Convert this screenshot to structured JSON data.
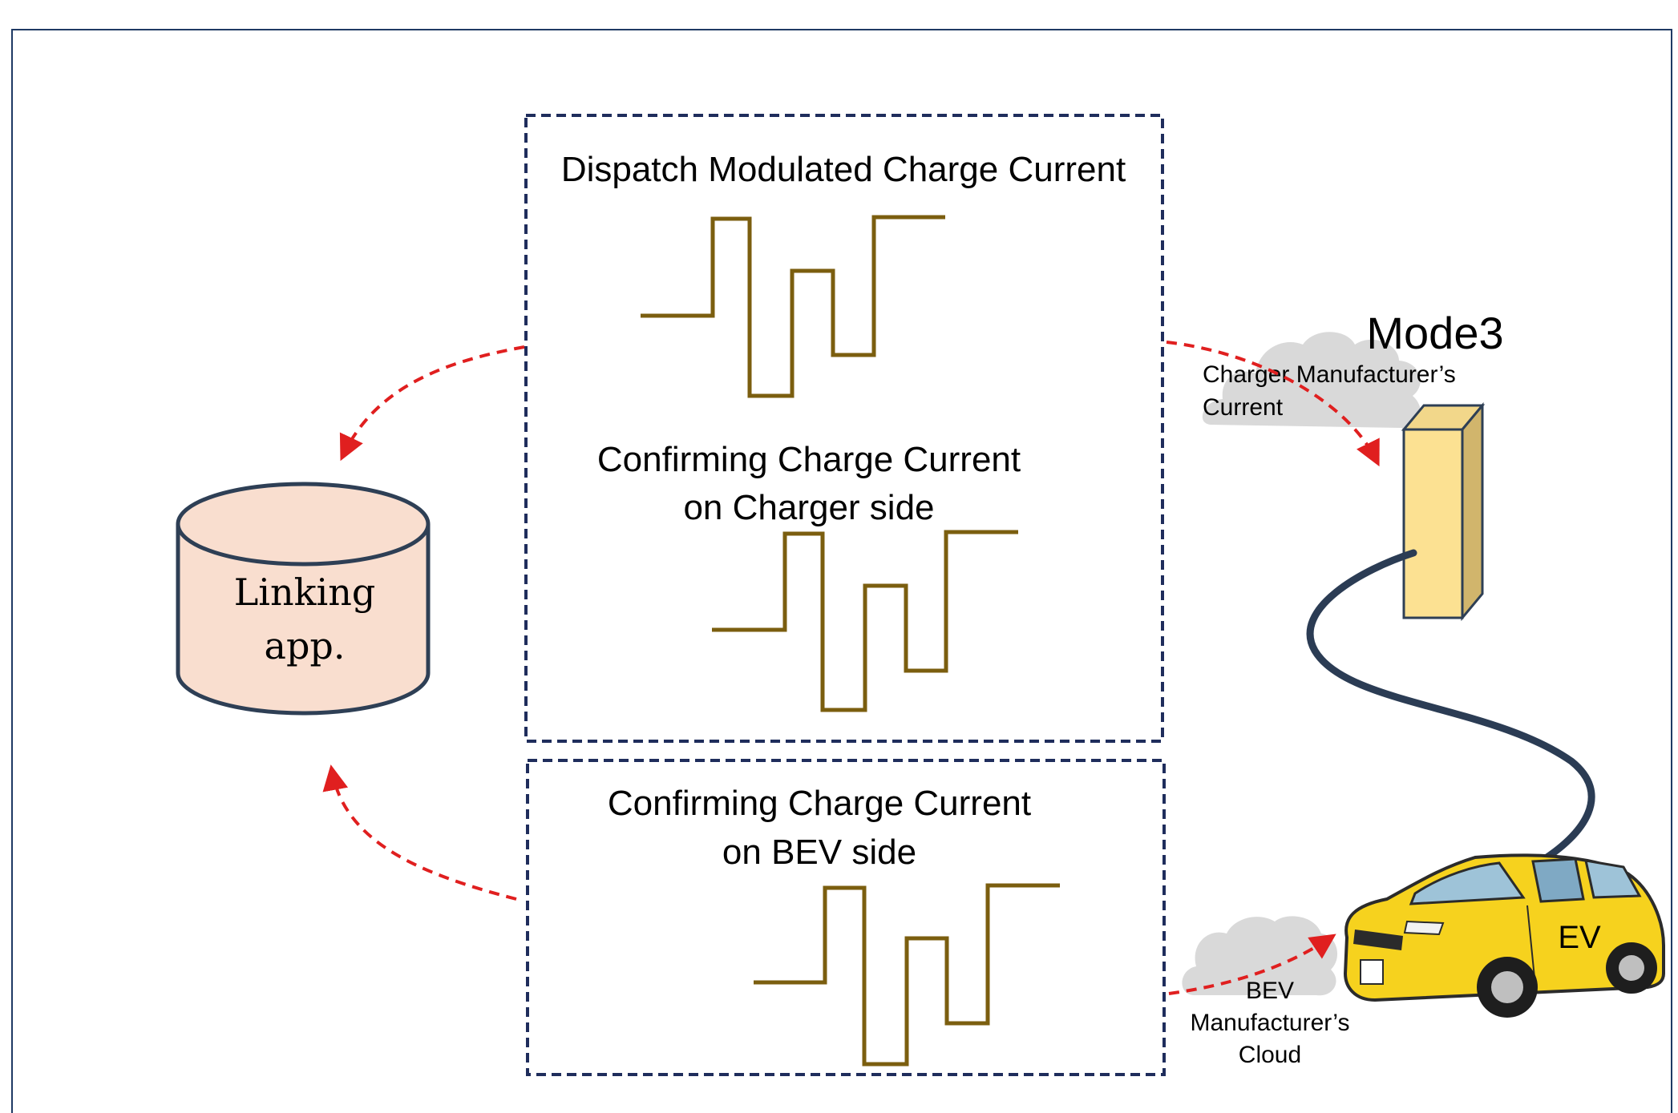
{
  "diagram": {
    "panels": {
      "dispatch_title": "Dispatch Modulated Charge Current",
      "charger_side_line1": "Confirming Charge Current",
      "charger_side_line2": "on Charger side",
      "bev_side_line1": "Confirming Charge Current",
      "bev_side_line2": "on BEV side"
    },
    "database": {
      "line1": "Linking",
      "line2": "app."
    },
    "charger": {
      "mode_label": "Mode3",
      "cloud_line1": "Charger Manufacturer’s",
      "cloud_line2": "Current"
    },
    "vehicle": {
      "label": "EV",
      "cloud_line1": "BEV",
      "cloud_line2": "Manufacturer’s",
      "cloud_line3": "Cloud"
    },
    "icons": [
      "database-cylinder-icon",
      "cloud-icon",
      "charging-station-icon",
      "charging-cable-icon",
      "car-icon",
      "square-waveform-icon"
    ],
    "colors": {
      "frame": "#1F3A64",
      "panel_border": "#1F2D5C",
      "waveform": "#7B5E0F",
      "arrow": "#E01F1F",
      "db_fill": "#F9DECF",
      "db_stroke": "#2E3F55",
      "cloud": "#D9D9D9",
      "charger_front": "#FCE192",
      "charger_side": "#D1B56C",
      "cable": "#2B3C54",
      "car_body": "#F6D21E"
    }
  }
}
